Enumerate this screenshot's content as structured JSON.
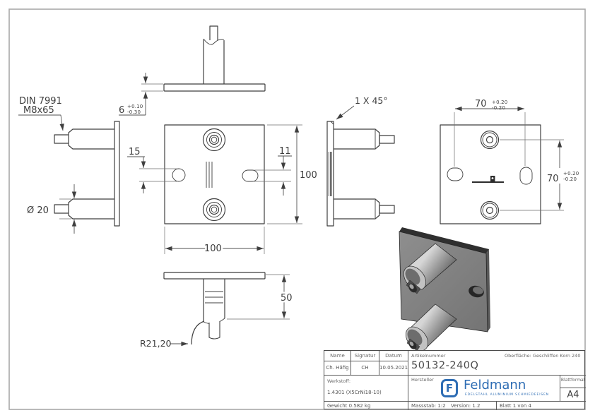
{
  "sheet": {
    "format": "A4",
    "line_color": "#3f3f3f",
    "frame_color": "#a8a8a8",
    "brand_blue": "#2e6db4"
  },
  "drawing": {
    "labels": {
      "din_standard": "DIN 7991",
      "din_thread": "M8x65",
      "plate_thickness": "6",
      "plate_thickness_tol_plus": "+0.10",
      "plate_thickness_tol_minus": "-0.30",
      "slot_height_left": "15",
      "slot_height_right": "11",
      "plate_width": "100",
      "plate_height": "100",
      "post_diameter": "Ø 20",
      "chamfer": "1 X 45°",
      "hole_spacing_horizontal": "70",
      "hole_spacing_vertical": "70",
      "hole_spacing_tol_plus": "+0.20",
      "hole_spacing_tol_minus": "-0.20",
      "post_length": "50",
      "saddle_radius": "R21,20"
    }
  },
  "title_block": {
    "headers": {
      "name": "Name",
      "signatur": "Signatur",
      "datum": "Datum",
      "artikelnummer": "Artikelnummer",
      "oberflaeche": "Oberfläche:",
      "hersteller": "Hersteller",
      "werkstoff": "Werkstoff:",
      "blattformat": "Blattformat"
    },
    "values": {
      "name": "Ch. Häfig",
      "signatur": "CH",
      "datum": "10.05.2021",
      "artikelnummer": "50132-240Q",
      "oberflaeche": "Geschliffen Korn 240",
      "werkstoff": "1.4301 (X5CrNi18-10)",
      "gewicht": "Gewicht 0.582 kg",
      "massstab": "Massstab: 1:2",
      "version": "Version: 1.2",
      "blatt": "Blatt 1 von 4",
      "blattformat": "A4"
    },
    "logo": {
      "letter": "F",
      "brand": "Feldmann",
      "tagline": "EDELSTAHL ALUMINIUM SCHMIEDEEISEN",
      "color": "#2e6db4"
    }
  }
}
